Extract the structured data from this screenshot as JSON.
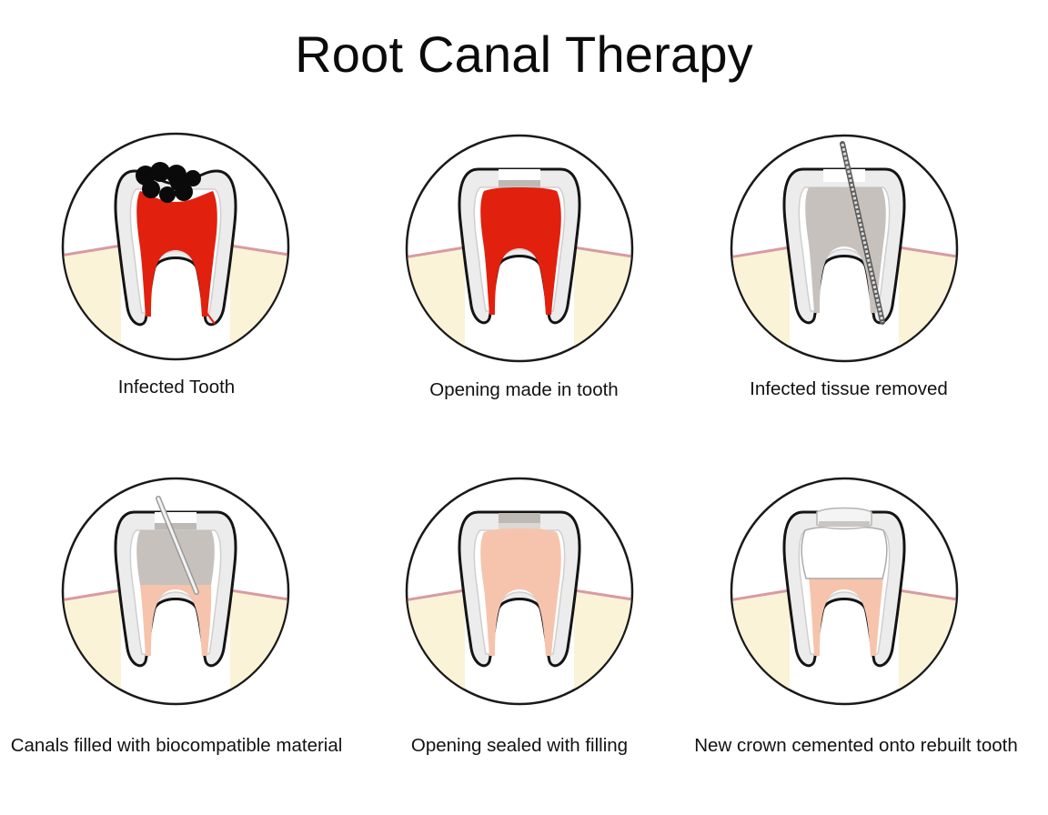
{
  "title": "Root Canal Therapy",
  "steps": [
    {
      "label": "Infected Tooth"
    },
    {
      "label": "Opening made in tooth"
    },
    {
      "label": "Infected tissue removed"
    },
    {
      "label": "Canals filled with biocompatible material"
    },
    {
      "label": "Opening sealed with filling"
    },
    {
      "label": "New crown cemented onto rebuilt tooth"
    }
  ],
  "colors": {
    "infected_pulp": "#e2200e",
    "cleaned_pulp": "#c6c1bc",
    "filling_material": "#f6c4ad",
    "gum": "#fbf3d8",
    "gum_edge": "#d99aa2",
    "outline": "#111111"
  }
}
